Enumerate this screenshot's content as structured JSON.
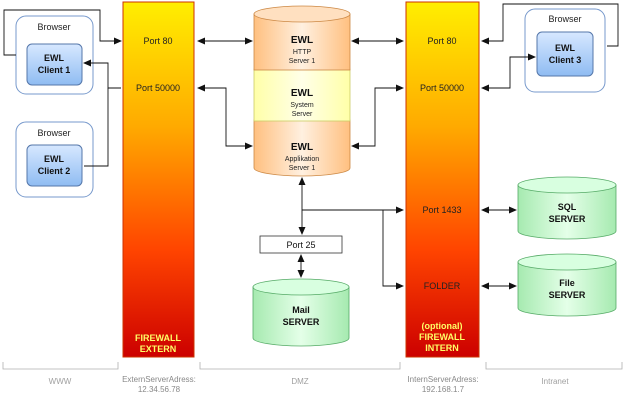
{
  "browsers": {
    "b1": {
      "title": "Browser",
      "line1": "EWL",
      "line2": "Client 1"
    },
    "b2": {
      "title": "Browser",
      "line1": "EWL",
      "line2": "Client 2"
    },
    "b3": {
      "title": "Browser",
      "line1": "EWL",
      "line2": "Client 3"
    }
  },
  "firewall_extern": {
    "port80": "Port 80",
    "port50000": "Port 50000",
    "label1": "FIREWALL",
    "label2": "EXTERN"
  },
  "firewall_intern": {
    "port80": "Port 80",
    "port50000": "Port 50000",
    "port1433": "Port 1433",
    "folder": "FOLDER",
    "label0": "(optional)",
    "label1": "FIREWALL",
    "label2": "INTERN"
  },
  "ewl_server": {
    "http_title": "EWL",
    "http_sub1": "HTTP",
    "http_sub2": "Server 1",
    "sys_title": "EWL",
    "sys_sub1": "System",
    "sys_sub2": "Server",
    "app_title": "EWL",
    "app_sub1": "Applikation",
    "app_sub2": "Server 1"
  },
  "port25": "Port 25",
  "mail_server": {
    "line1": "Mail",
    "line2": "SERVER"
  },
  "sql_server": {
    "line1": "SQL",
    "line2": "SERVER"
  },
  "file_server": {
    "line1": "File",
    "line2": "SERVER"
  },
  "zones": {
    "www": "WWW",
    "extern_addr1": "ExternServerAdress:",
    "extern_addr2": "12.34.56.78",
    "dmz": "DMZ",
    "intern_addr1": "InternServerAdress:",
    "intern_addr2": "192.168.1.7",
    "intranet": "Intranet"
  },
  "colors": {
    "firewall_top": "#ffee00",
    "firewall_mid": "#ff6600",
    "firewall_bottom": "#cc0000",
    "firewall_border": "#cc3300",
    "client_fill": "#9fc6f5",
    "browser_border": "#7799cc",
    "server_green": "#b8f0c0",
    "server_orange": "#ffc896",
    "server_yellow": "#ffffc0",
    "zone_text": "#a0a0a0"
  }
}
